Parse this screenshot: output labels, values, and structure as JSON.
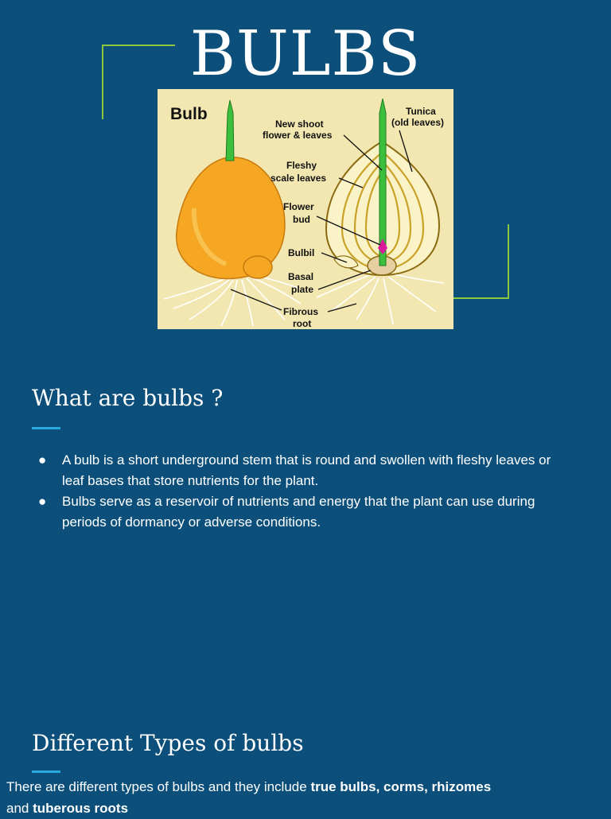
{
  "title": "BULBS",
  "diagram": {
    "heading": "Bulb",
    "labels": {
      "new_shoot_1": "New shoot",
      "new_shoot_2": "flower & leaves",
      "tunica_1": "Tunica",
      "tunica_2": "(old leaves)",
      "fleshy_1": "Fleshy",
      "fleshy_2": "scale leaves",
      "flower_bud_1": "Flower",
      "flower_bud_2": "bud",
      "bulbil": "Bulbil",
      "basal_1": "Basal",
      "basal_2": "plate",
      "fibrous_1": "Fibrous",
      "fibrous_2": "root"
    },
    "colors": {
      "background": "#f3e7b1",
      "bulb_orange": "#f5a623",
      "shoot_green": "#3cbf3c",
      "bud_magenta": "#d81b9a"
    }
  },
  "section1": {
    "heading": "What are bulbs ?",
    "bullet_symbol": "●",
    "bullets": [
      "A bulb is a short underground stem that is round and swollen with fleshy leaves or leaf bases that store nutrients for the plant.",
      "Bulbs serve as a reservoir of nutrients and energy that the plant can use during periods of dormancy or adverse conditions."
    ]
  },
  "section2": {
    "heading": "Different Types of bulbs",
    "intro": "There are different types of bulbs and they include ",
    "bold1": "true bulbs, corms, rhizomes",
    "and": "and ",
    "bold2": "tuberous roots"
  },
  "colors": {
    "background": "#0b4f7a",
    "accent_green": "#8cc63f",
    "accent_blue": "#29a8e0"
  }
}
